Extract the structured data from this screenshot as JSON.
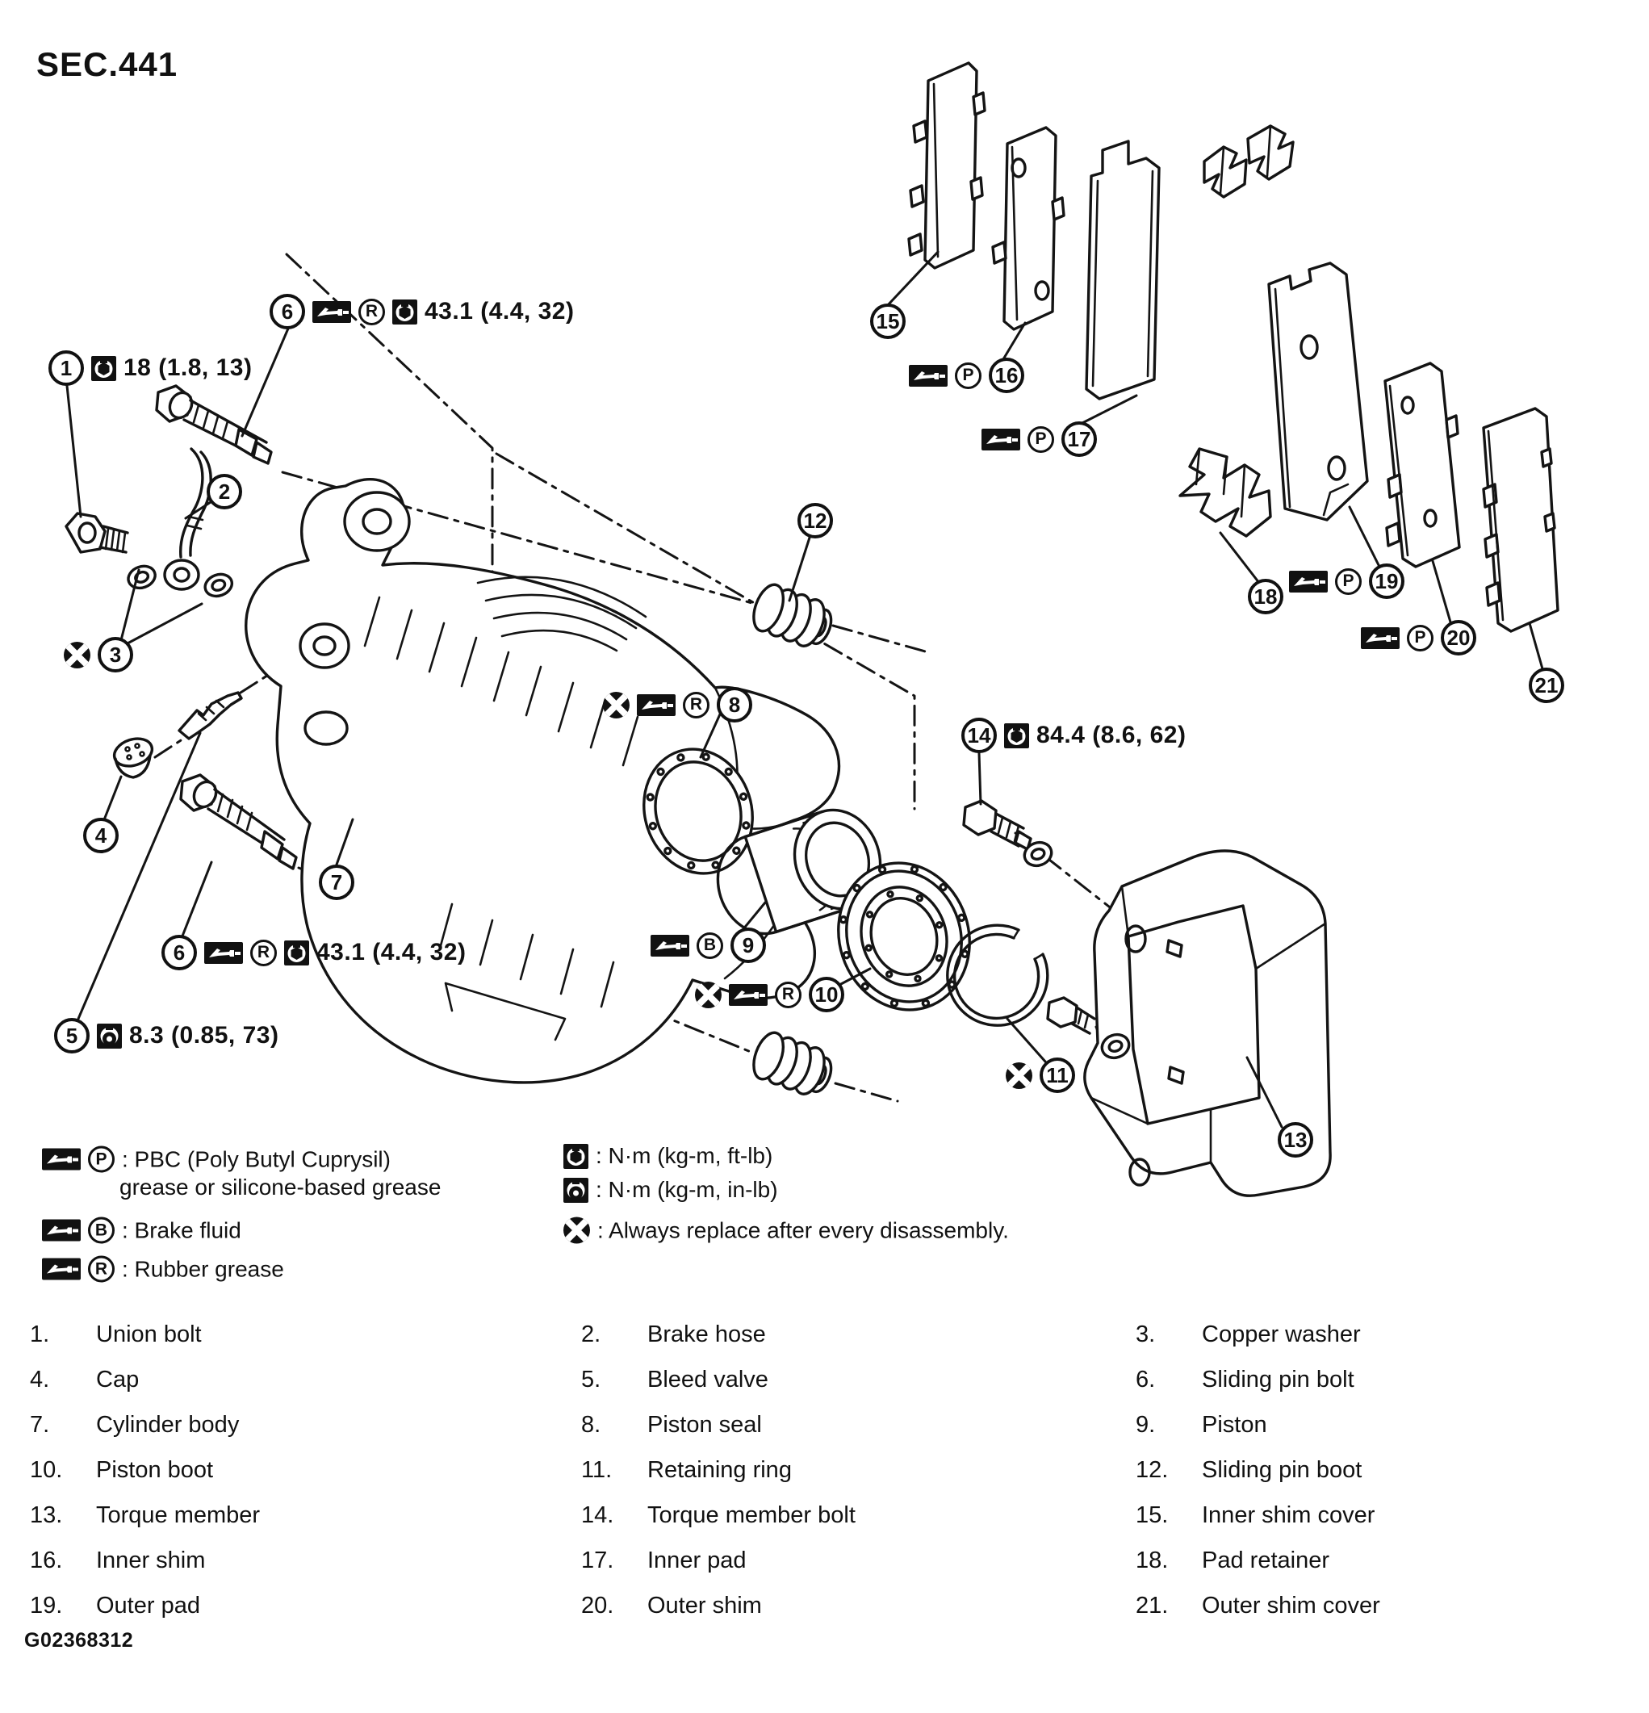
{
  "title": "SEC.441",
  "footer_code": "G02368312",
  "callouts": [
    "1",
    "2",
    "3",
    "4",
    "5",
    "6",
    "7",
    "8",
    "9",
    "10",
    "11",
    "12",
    "13",
    "14",
    "15",
    "16",
    "17",
    "18",
    "19",
    "20",
    "21"
  ],
  "badges": {
    "p": "P",
    "r": "R",
    "b": "B"
  },
  "torque": {
    "union_bolt": "18 (1.8, 13)",
    "sliding_pin_upper": "43.1 (4.4, 32)",
    "sliding_pin_lower": "43.1 (4.4, 32)",
    "bleed_valve": "8.3 (0.85, 73)",
    "torque_member_bolt": "84.4 (8.6, 62)"
  },
  "legend": {
    "pbc_line1": ": PBC (Poly Butyl Cuprysil)",
    "pbc_line2": "grease or silicone-based grease",
    "brake_fluid": ": Brake fluid",
    "rubber_grease": ": Rubber grease",
    "torque_ft": ": N·m (kg-m, ft-lb)",
    "torque_in": ": N·m (kg-m, in-lb)",
    "replace": ": Always replace after every disassembly."
  },
  "parts": [
    {
      "n": "1.",
      "label": "Union bolt"
    },
    {
      "n": "2.",
      "label": "Brake hose"
    },
    {
      "n": "3.",
      "label": "Copper washer"
    },
    {
      "n": "4.",
      "label": "Cap"
    },
    {
      "n": "5.",
      "label": "Bleed valve"
    },
    {
      "n": "6.",
      "label": "Sliding pin bolt"
    },
    {
      "n": "7.",
      "label": "Cylinder body"
    },
    {
      "n": "8.",
      "label": "Piston seal"
    },
    {
      "n": "9.",
      "label": "Piston"
    },
    {
      "n": "10.",
      "label": "Piston boot"
    },
    {
      "n": "11.",
      "label": "Retaining ring"
    },
    {
      "n": "12.",
      "label": "Sliding pin boot"
    },
    {
      "n": "13.",
      "label": "Torque member"
    },
    {
      "n": "14.",
      "label": "Torque member bolt"
    },
    {
      "n": "15.",
      "label": "Inner shim cover"
    },
    {
      "n": "16.",
      "label": "Inner shim"
    },
    {
      "n": "17.",
      "label": "Inner pad"
    },
    {
      "n": "18.",
      "label": "Pad retainer"
    },
    {
      "n": "19.",
      "label": "Outer pad"
    },
    {
      "n": "20.",
      "label": "Outer shim"
    },
    {
      "n": "21.",
      "label": "Outer shim cover"
    }
  ]
}
